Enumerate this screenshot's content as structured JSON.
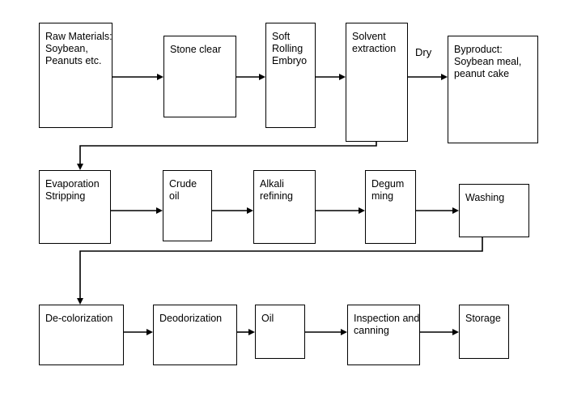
{
  "diagram": {
    "boxes": [
      {
        "id": "raw-materials",
        "lines": [
          "Raw Materials:",
          "Soybean,",
          "Peanuts etc."
        ]
      },
      {
        "id": "stone-clear",
        "lines": [
          "Stone clear"
        ]
      },
      {
        "id": "soft-rolling-embryo",
        "lines": [
          "Soft",
          "Rolling",
          "Embryo"
        ]
      },
      {
        "id": "solvent-extraction",
        "lines": [
          "Solvent",
          "extraction"
        ]
      },
      {
        "id": "byproduct",
        "lines": [
          "Byproduct:",
          "Soybean meal,",
          "peanut cake"
        ]
      },
      {
        "id": "evaporation-stripping",
        "lines": [
          "Evaporation",
          "Stripping"
        ]
      },
      {
        "id": "crude-oil",
        "lines": [
          "Crude",
          "oil"
        ]
      },
      {
        "id": "alkali-refining",
        "lines": [
          "Alkali",
          "refining"
        ]
      },
      {
        "id": "degumming",
        "lines": [
          "Degum",
          "ming"
        ]
      },
      {
        "id": "washing",
        "lines": [
          "Washing"
        ]
      },
      {
        "id": "de-colorization",
        "lines": [
          "De-colorization"
        ]
      },
      {
        "id": "deodorization",
        "lines": [
          "Deodorization"
        ]
      },
      {
        "id": "oil",
        "lines": [
          "Oil"
        ]
      },
      {
        "id": "inspection-canning",
        "lines": [
          "Inspection and",
          "canning"
        ]
      },
      {
        "id": "storage",
        "lines": [
          "Storage"
        ]
      }
    ],
    "edge_labels": {
      "dry": "Dry"
    }
  }
}
